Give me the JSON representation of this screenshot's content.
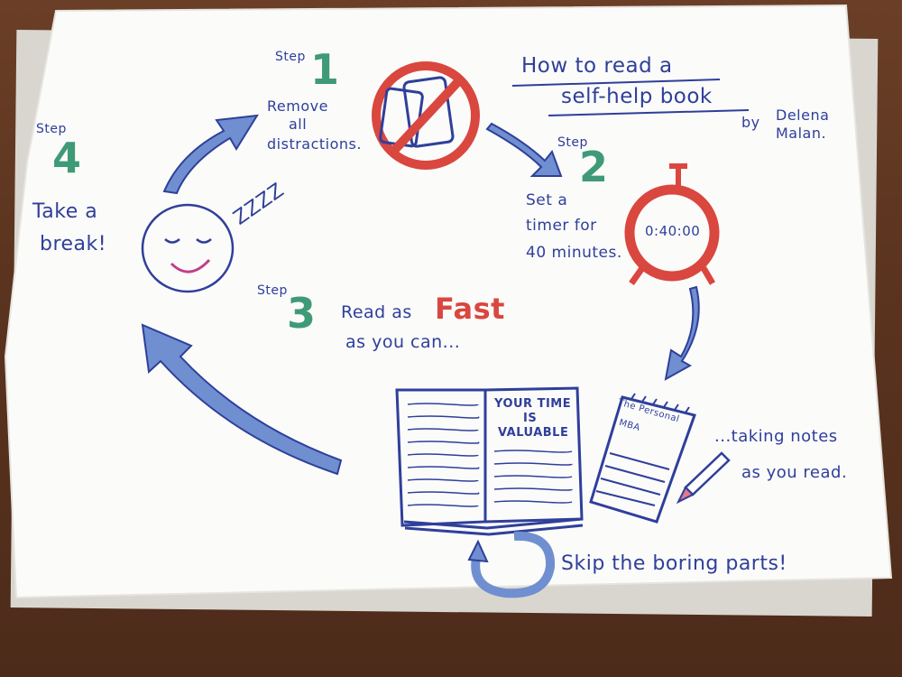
{
  "title": {
    "line1": "How to read a",
    "line2": "self-help book",
    "by": "by",
    "author_first": "Delena",
    "author_last": "Malan."
  },
  "steps": [
    {
      "word": "Step",
      "number": "1",
      "lines": [
        "Remove",
        "all",
        "distractions."
      ]
    },
    {
      "word": "Step",
      "number": "2",
      "lines": [
        "Set a",
        "timer for",
        "40 minutes."
      ]
    },
    {
      "word": "Step",
      "number": "3",
      "lines": [
        "Read as",
        "as you can..."
      ],
      "emphasis": "Fast"
    },
    {
      "word": "Step",
      "number": "4",
      "lines": [
        "Take a",
        "break!"
      ]
    }
  ],
  "timer": {
    "display": "0:40:00"
  },
  "book": {
    "page_lines": [
      "YOUR TIME",
      "IS",
      "VALUABLE"
    ]
  },
  "notepad": {
    "title_lines": [
      "The Personal",
      "MBA"
    ]
  },
  "notes_text": [
    "...taking notes",
    "as you read."
  ],
  "skip_text": "Skip the boring parts!",
  "sleep_text": "ZZZZ",
  "colors": {
    "ink": "#2f3f9a",
    "arrow_fill": "#6f8fd0",
    "number_green": "#3f9a77",
    "red": "#d9473f",
    "pink": "#e07a8a"
  }
}
